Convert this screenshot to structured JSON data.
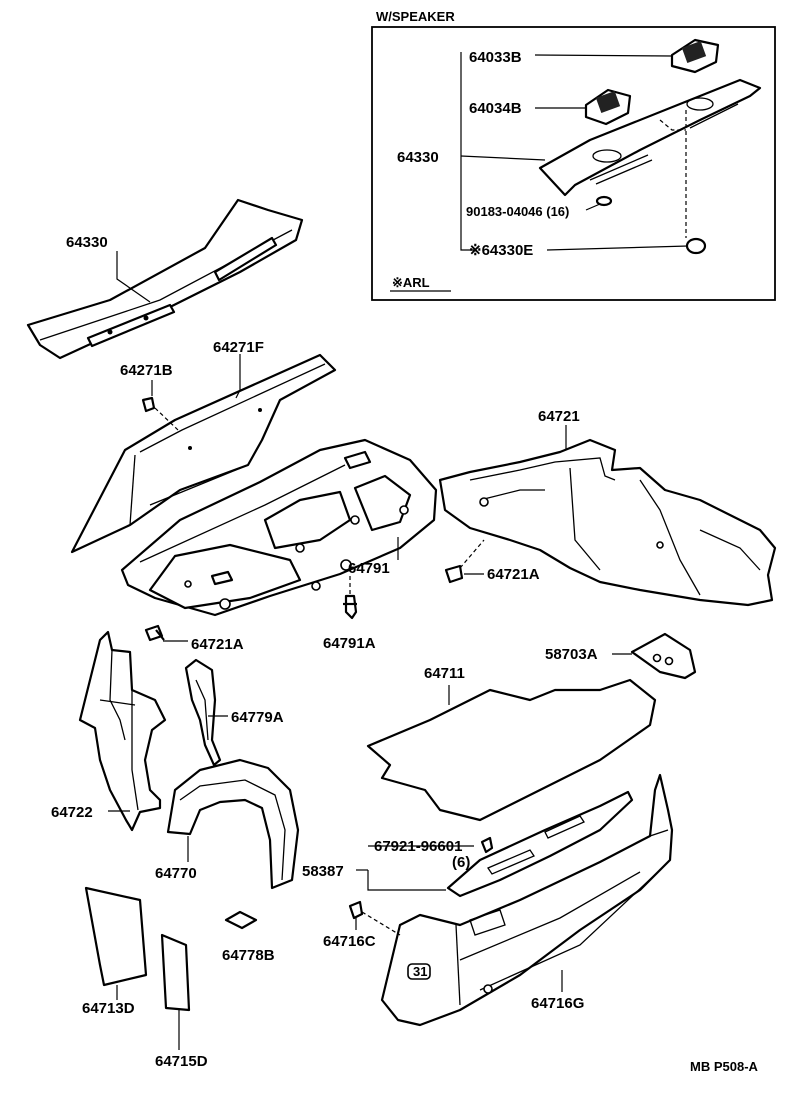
{
  "inset": {
    "title": "W/SPEAKER",
    "footnote": "※ARL",
    "labels": {
      "p64033B": "64033B",
      "p64034B": "64034B",
      "p64330": "64330",
      "p90183": "90183-04046 (16)",
      "p64330E": "※64330E"
    }
  },
  "labels": {
    "p64330": "64330",
    "p64271F": "64271F",
    "p64271B": "64271B",
    "p64721": "64721",
    "p64791": "64791",
    "p64721A_right": "64721A",
    "p64791A": "64791A",
    "p64721A_left": "64721A",
    "p58703A": "58703A",
    "p64711": "64711",
    "p64779A": "64779A",
    "p64722": "64722",
    "p64770": "64770",
    "p67921": "67921-96601",
    "p67921_qty": "(6)",
    "p58387": "58387",
    "p64716C": "64716C",
    "p64778B": "64778B",
    "p64713D": "64713D",
    "p64716G": "64716G",
    "p64715D": "64715D",
    "emblem": "31"
  },
  "footer": {
    "code": "MB P508-A"
  }
}
